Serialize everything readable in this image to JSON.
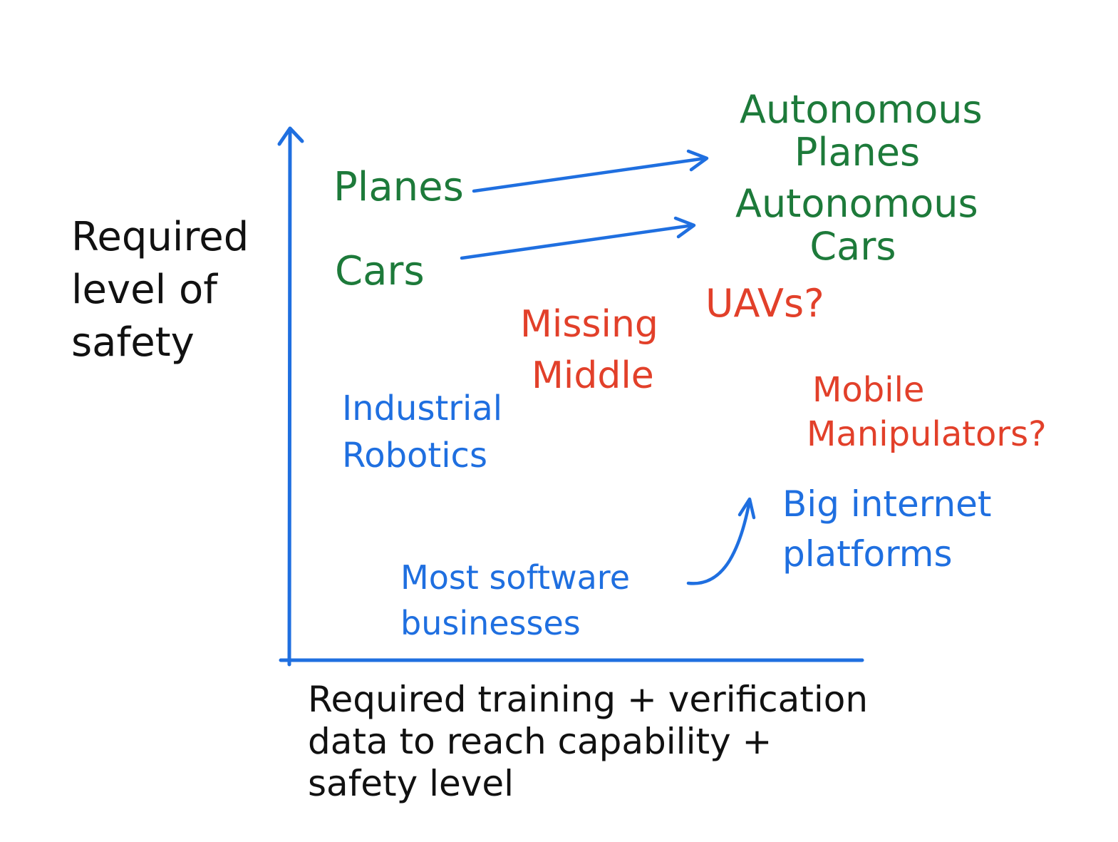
{
  "colors": {
    "axis": "#1f6fe0",
    "axis_text": "#111111",
    "established": "#1d7a3a",
    "low_safety": "#1f6fe0",
    "uncertain": "#e2402a"
  },
  "axes": {
    "y_label_lines": [
      "Required",
      "level of",
      "safety"
    ],
    "x_label_lines": [
      "Required  training + verification",
      "data to reach   capability +",
      "safety level"
    ]
  },
  "labels": {
    "planes": "Planes",
    "cars": "Cars",
    "autonomous_planes_lines": [
      "Autonomous",
      "Planes"
    ],
    "autonomous_cars_lines": [
      "Autonomous",
      "Cars"
    ],
    "industrial_robotics_lines": [
      "Industrial",
      "Robotics"
    ],
    "most_software_lines": [
      "Most software",
      "businesses"
    ],
    "big_internet_lines": [
      "Big internet",
      "platforms"
    ],
    "missing_middle_lines": [
      "Missing",
      "Middle"
    ],
    "uavs": "UAVs?",
    "mobile_manipulators_lines": [
      "Mobile",
      "Manipulators?"
    ]
  }
}
